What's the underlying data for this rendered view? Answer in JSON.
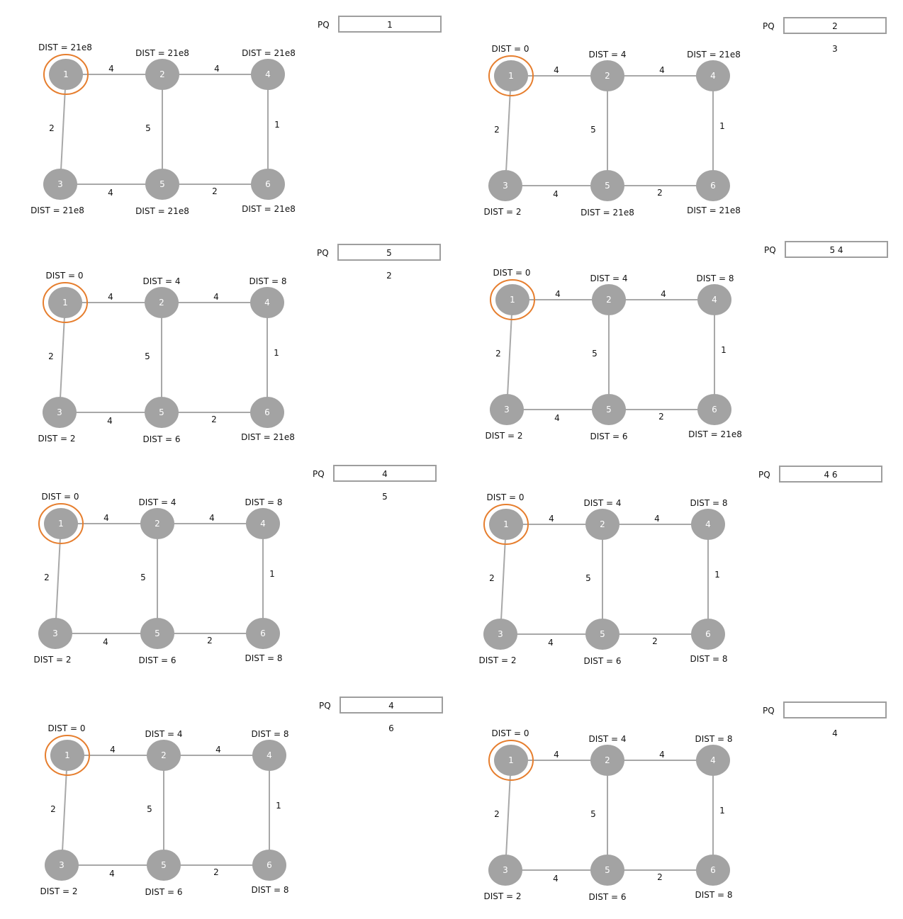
{
  "colors": {
    "node_fill": "#a3a3a3",
    "edge": "#a8a8a8",
    "start_ring": "#e67e2e",
    "pq_border": "#9e9e9e"
  },
  "pq_label": "PQ",
  "graph": {
    "nodes": [
      "1",
      "2",
      "3",
      "4",
      "5",
      "6"
    ],
    "edges": [
      {
        "from": "1",
        "to": "2",
        "weight": "4"
      },
      {
        "from": "2",
        "to": "4",
        "weight": "4"
      },
      {
        "from": "1",
        "to": "3",
        "weight": "2"
      },
      {
        "from": "2",
        "to": "5",
        "weight": "5"
      },
      {
        "from": "4",
        "to": "6",
        "weight": "1"
      },
      {
        "from": "3",
        "to": "5",
        "weight": "4"
      },
      {
        "from": "5",
        "to": "6",
        "weight": "2"
      }
    ],
    "start_node": "1"
  },
  "steps": [
    {
      "pq": "1",
      "popped": "",
      "dist": {
        "1": "DIST = 21e8",
        "2": "DIST = 21e8",
        "3": "DIST = 21e8",
        "4": "DIST = 21e8",
        "5": "DIST = 21e8",
        "6": "DIST = 21e8"
      }
    },
    {
      "pq": "2",
      "popped": "3",
      "dist": {
        "1": "DIST = 0",
        "2": "DIST = 4",
        "3": "DIST = 2",
        "4": "DIST = 21e8",
        "5": "DIST = 21e8",
        "6": "DIST = 21e8"
      }
    },
    {
      "pq": "5",
      "popped": "2",
      "dist": {
        "1": "DIST = 0",
        "2": "DIST = 4",
        "3": "DIST = 2",
        "4": "DIST = 8",
        "5": "DIST = 6",
        "6": "DIST = 21e8"
      }
    },
    {
      "pq": "5 4",
      "popped": "",
      "dist": {
        "1": "DIST = 0",
        "2": "DIST = 4",
        "3": "DIST = 2",
        "4": "DIST = 8",
        "5": "DIST = 6",
        "6": "DIST = 21e8"
      }
    },
    {
      "pq": "4",
      "popped": "5",
      "dist": {
        "1": "DIST = 0",
        "2": "DIST = 4",
        "3": "DIST = 2",
        "4": "DIST = 8",
        "5": "DIST = 6",
        "6": "DIST = 8"
      }
    },
    {
      "pq": "4 6",
      "popped": "",
      "dist": {
        "1": "DIST = 0",
        "2": "DIST = 4",
        "3": "DIST = 2",
        "4": "DIST = 8",
        "5": "DIST = 6",
        "6": "DIST = 8"
      }
    },
    {
      "pq": "4",
      "popped": "6",
      "dist": {
        "1": "DIST = 0",
        "2": "DIST = 4",
        "3": "DIST = 2",
        "4": "DIST = 8",
        "5": "DIST = 6",
        "6": "DIST = 8"
      }
    },
    {
      "pq": "",
      "popped": "4",
      "dist": {
        "1": "DIST = 0",
        "2": "DIST = 4",
        "3": "DIST = 2",
        "4": "DIST = 8",
        "5": "DIST = 6",
        "6": "DIST = 8"
      }
    }
  ]
}
